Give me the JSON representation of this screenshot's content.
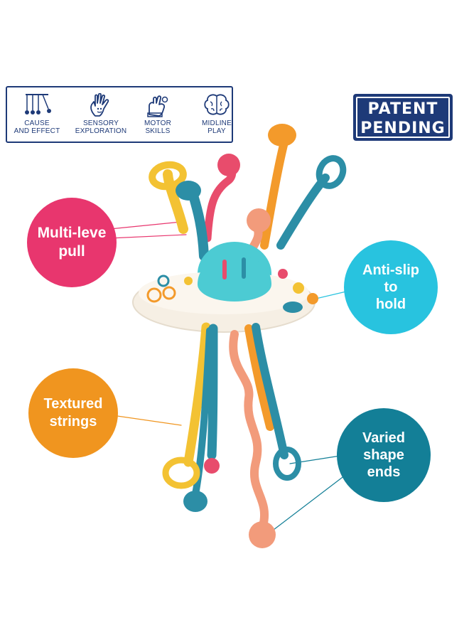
{
  "benefits": [
    {
      "label_line1": "CAUSE",
      "label_line2": "AND EFFECT",
      "icon": "pendulum-icon"
    },
    {
      "label_line1": "SENSORY",
      "label_line2": "EXPLORATION",
      "icon": "hand-icon"
    },
    {
      "label_line1": "MOTOR",
      "label_line2": "SKILLS",
      "icon": "hand-grab-icon"
    },
    {
      "label_line1": "MIDLINE",
      "label_line2": "PLAY",
      "icon": "brain-icon"
    }
  ],
  "badge": {
    "line1": "PATENT",
    "line2": "PENDING"
  },
  "callouts": [
    {
      "line1": "Multi-leve",
      "line2": "pull",
      "color": "#e8366e"
    },
    {
      "line1": "Anti-slip",
      "line2": "to",
      "line3": "hold",
      "color": "#28c3df"
    },
    {
      "line1": "Textured",
      "line2": "strings",
      "color": "#f0951f"
    },
    {
      "line1": "Varied",
      "line2": "shape",
      "line3": "ends",
      "color": "#137f97"
    }
  ],
  "colors": {
    "navy": "#1e3a78",
    "teal": "#2c8ea6",
    "yellow": "#f3c233",
    "orange": "#f39a2b",
    "peach": "#f29b7b",
    "pink": "#e84c6c",
    "cream": "#f6efe4",
    "aqua": "#4ccbd3"
  }
}
